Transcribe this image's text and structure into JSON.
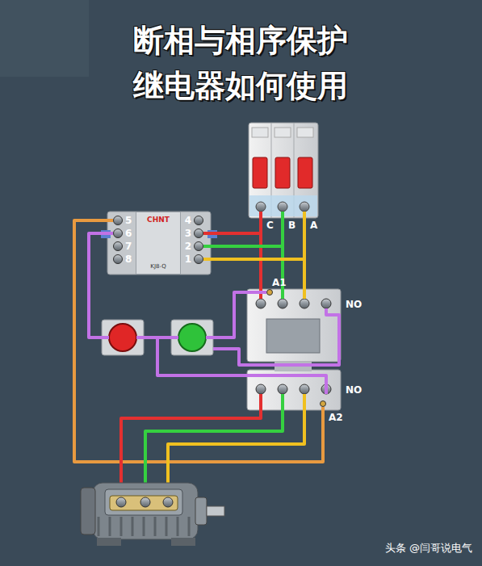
{
  "diagram": {
    "title": "断相与相序保护 继电器如何使用",
    "nodes": [
      {
        "text": [
          "CHNT",
          "KJ8-Q"
        ]
      }
    ],
    "labels": [
      "5",
      "6",
      "7",
      "8",
      "4",
      "3",
      "2",
      "1",
      "C",
      "B",
      "A",
      "A1",
      "NO",
      "NO",
      "A2",
      "头条 @闫哥说电气"
    ]
  }
}
